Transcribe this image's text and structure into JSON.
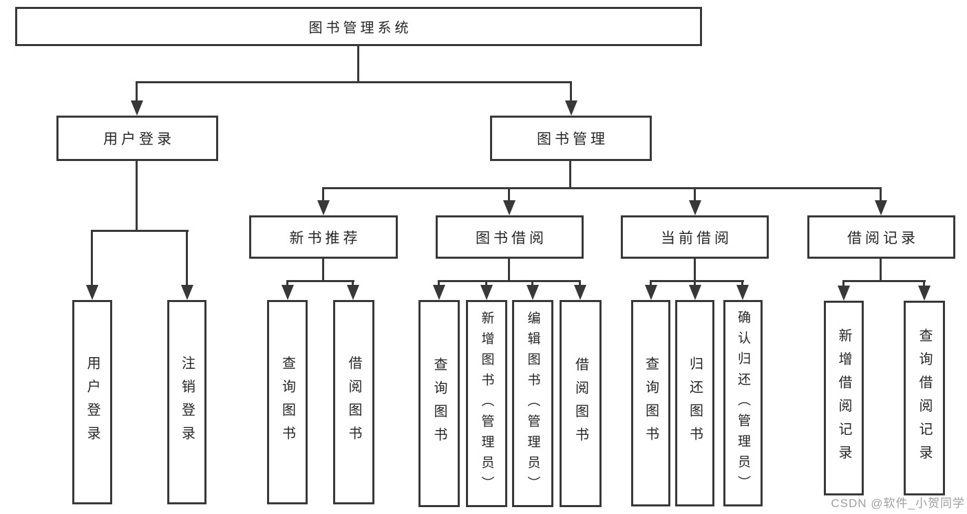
{
  "diagram_title": "图书管理系统",
  "tree": {
    "root": {
      "label": "图书管理系统"
    },
    "level2": [
      {
        "label": "用户登录"
      },
      {
        "label": "图书管理"
      }
    ],
    "level3": [
      {
        "label": "新书推荐"
      },
      {
        "label": "图书借阅"
      },
      {
        "label": "当前借阅"
      },
      {
        "label": "借阅记录"
      }
    ],
    "leaves": {
      "user_login": [
        {
          "label": "用户登录"
        },
        {
          "label": "注销登录"
        }
      ],
      "new_book": [
        {
          "label": "查询图书"
        },
        {
          "label": "借阅图书"
        }
      ],
      "book_borrow": [
        {
          "label": "查询图书"
        },
        {
          "label": "新增图书（管理员）"
        },
        {
          "label": "编辑图书（管理员）"
        },
        {
          "label": "借阅图书"
        }
      ],
      "current_borrow": [
        {
          "label": "查询图书"
        },
        {
          "label": "归还图书"
        },
        {
          "label": "确认归还（管理员）"
        }
      ],
      "borrow_record": [
        {
          "label": "新增借阅记录"
        },
        {
          "label": "查询借阅记录"
        }
      ]
    }
  },
  "watermark": {
    "text": "CSDN @软件_小贺同学",
    "color": "#9e9e9e"
  },
  "colors": {
    "line": "#383838",
    "box_border": "#383838",
    "text": "#262626",
    "background": "#ffffff",
    "watermark": "#9e9e9e"
  }
}
